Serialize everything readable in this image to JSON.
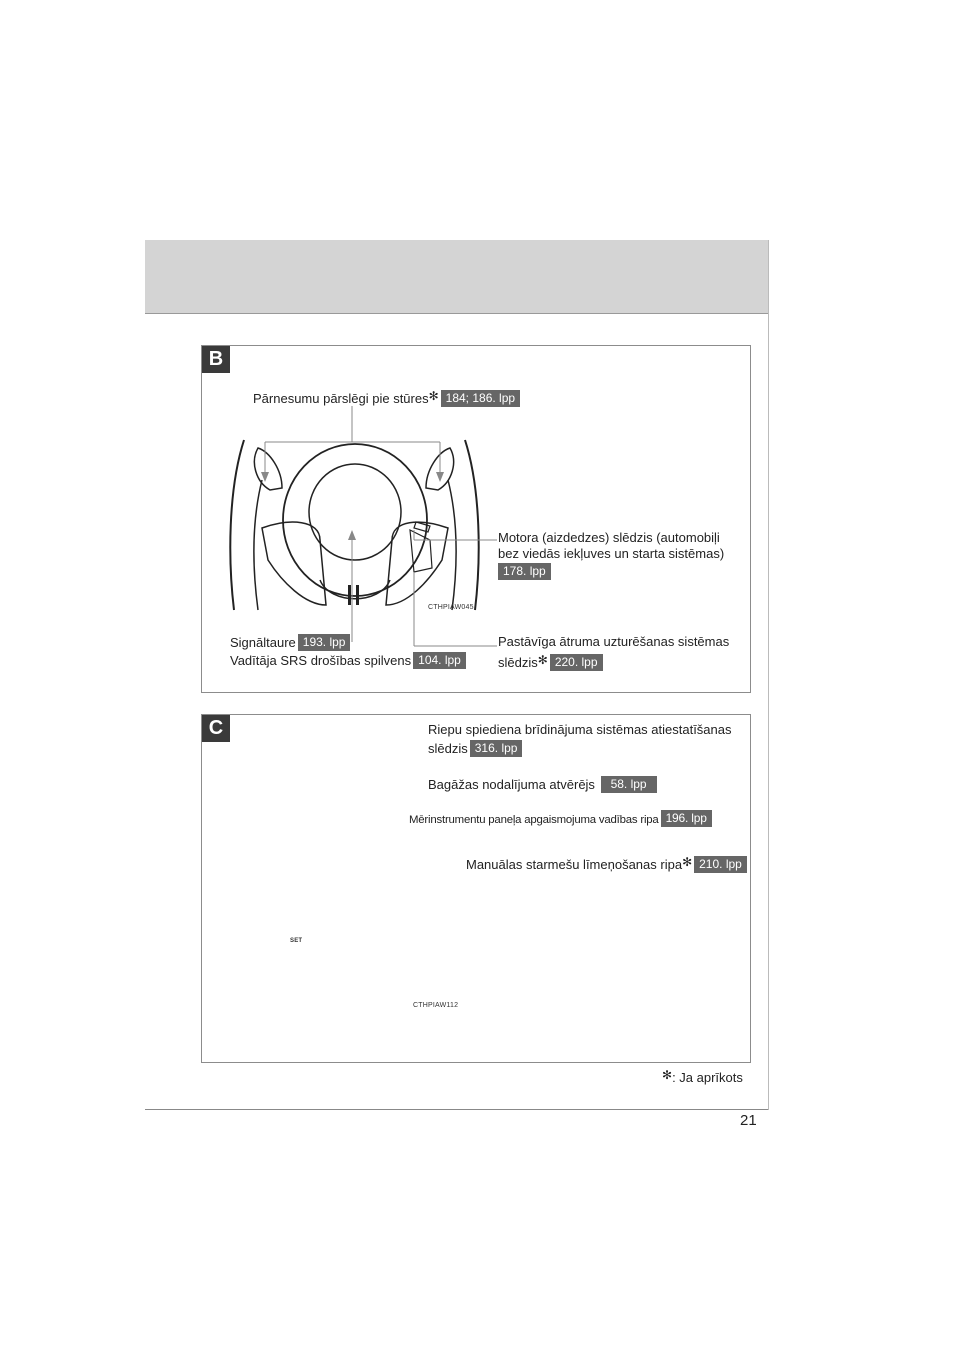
{
  "page_number": "21",
  "footnote": {
    "star": "✻",
    "text": ": Ja aprīkots"
  },
  "section_b": {
    "letter": "B",
    "image_code": "CTHPIAW045",
    "callouts": {
      "paddles": {
        "text": "Pārnesumu pārslēgi pie stūres",
        "ref": "184; 186. lpp"
      },
      "engine_switch": {
        "line1": "Motora (aizdedzes) slēdzis (automobiļi",
        "line2": "bez viedās iekļuves un starta sistēmas)",
        "ref": "178. lpp"
      },
      "horn": {
        "text": "Signāltaure",
        "ref": "193. lpp"
      },
      "airbag": {
        "text": "Vadītāja SRS drošības spilvens",
        "ref": "104. lpp"
      },
      "cruise": {
        "line1": "Pastāvīga ātruma uzturēšanas sistēmas",
        "line2": "slēdzis",
        "ref": "220. lpp"
      }
    }
  },
  "section_c": {
    "letter": "C",
    "image_code": "CTHPIAW112",
    "set_label": "SET",
    "callouts": {
      "tpms": {
        "line1": "Riepu spiediena brīdinājuma sistēmas atiestatīšanas",
        "line2": "slēdzis",
        "ref": "316. lpp"
      },
      "trunk": {
        "text": "Bagāžas nodalījuma atvērējs",
        "ref": "58. lpp"
      },
      "dimmer": {
        "text": "Mērinstrumentu paneļa apgaismojuma vadības ripa",
        "ref": "196. lpp"
      },
      "leveling": {
        "text": "Manuālas starmešu līmeņošanas ripa",
        "ref": "210. lpp"
      }
    }
  }
}
